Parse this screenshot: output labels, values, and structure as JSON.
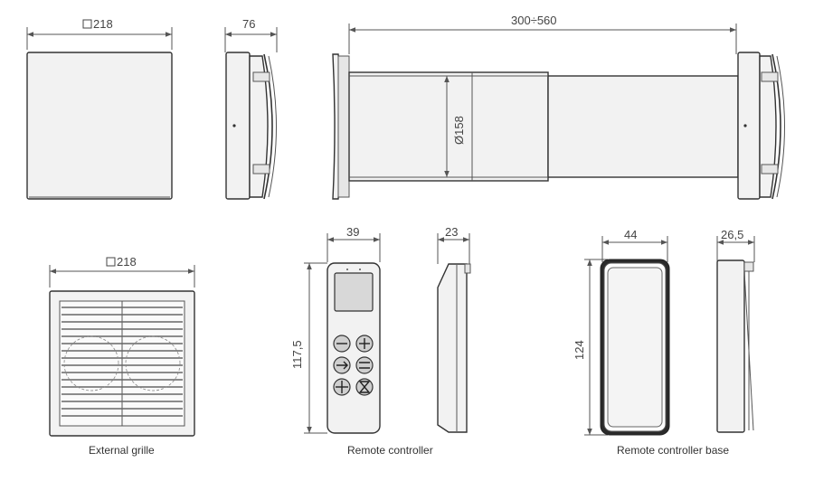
{
  "dimensions": {
    "front_panel_width": "218",
    "front_panel_depth": "76",
    "length_range": "300÷560",
    "pipe_diameter": "Ø158",
    "grille_width": "218",
    "remote_width": "39",
    "remote_depth": "23",
    "remote_height": "117,5",
    "base_width": "44",
    "base_depth": "26,5",
    "base_height": "124"
  },
  "captions": {
    "external_grille": "External grille",
    "remote_controller": "Remote controller",
    "remote_controller_base": "Remote controller base"
  }
}
